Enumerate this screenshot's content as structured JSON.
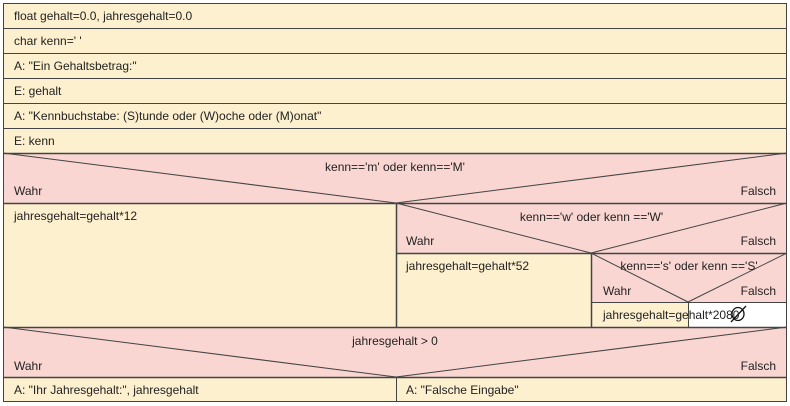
{
  "statements": [
    "float gehalt=0.0, jahresgehalt=0.0",
    "char kenn=' '",
    "A: \"Ein Gehaltsbetrag:\"",
    "E: gehalt",
    "A: \"Kennbuchstabe: (S)tunde oder (W)oche oder (M)onat\"",
    "E: kenn"
  ],
  "branch1": {
    "condition": "kenn=='m' oder kenn=='M'",
    "true_label": "Wahr",
    "false_label": "Falsch",
    "true_stmt": "jahresgehalt=gehalt*12"
  },
  "branch2": {
    "condition": "kenn=='w' oder kenn =='W'",
    "true_label": "Wahr",
    "false_label": "Falsch",
    "true_stmt": "jahresgehalt=gehalt*52"
  },
  "branch3": {
    "condition": "kenn=='s' oder kenn =='S'",
    "true_label": "Wahr",
    "false_label": "Falsch",
    "true_stmt": "jahresgehalt=gehalt*2080",
    "false_stmt": ""
  },
  "branch4": {
    "condition": "jahresgehalt > 0",
    "true_label": "Wahr",
    "false_label": "Falsch",
    "true_stmt": "A: \"Ihr Jahresgehalt:\", jahresgehalt",
    "false_stmt": "A: \"Falsche Eingabe\""
  },
  "colors": {
    "statement_bg": "#fdf0cf",
    "condition_bg": "#f9d6d2",
    "border": "#444444"
  }
}
